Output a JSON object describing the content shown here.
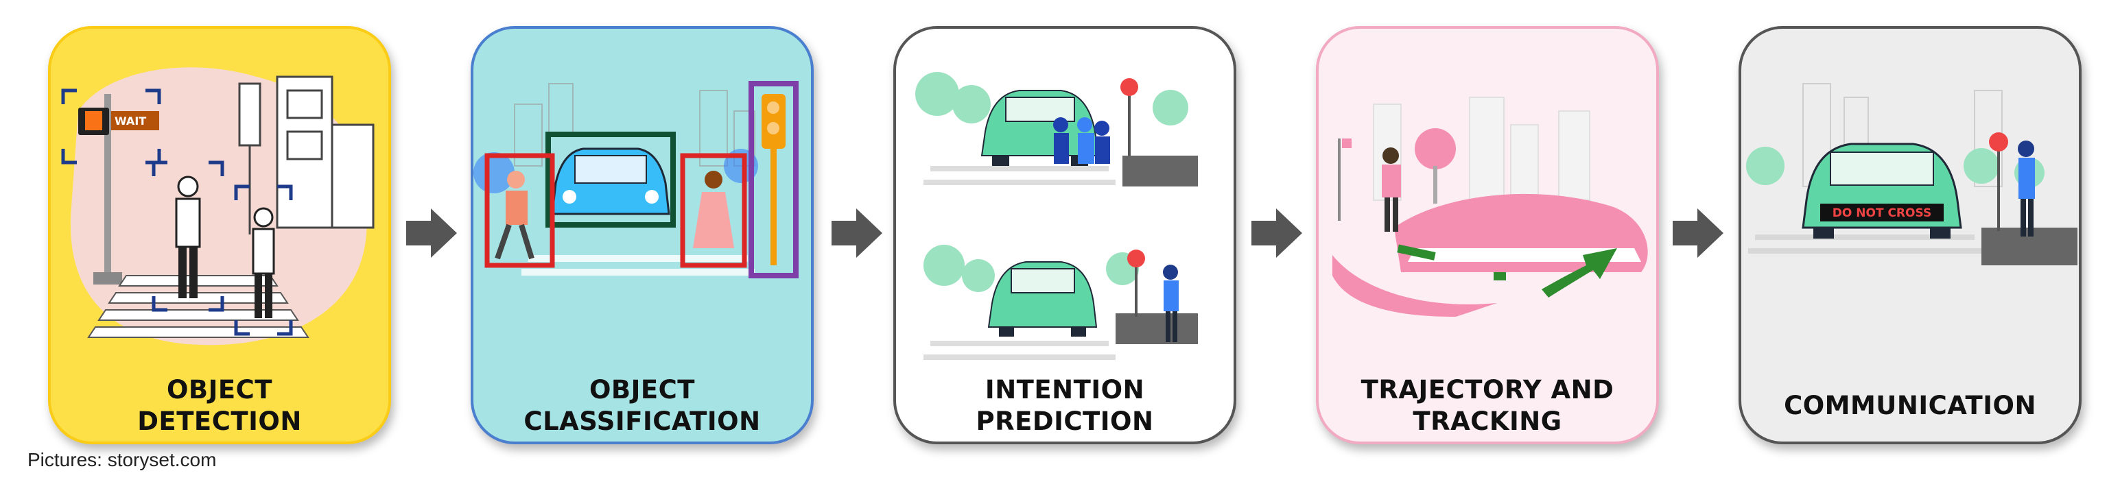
{
  "steps": [
    {
      "line1": "OBJECT",
      "line2": "DETECTION",
      "fill": "#fde047",
      "border": "#facc15",
      "sign": "WAIT"
    },
    {
      "line1": "OBJECT",
      "line2": "CLASSIFICATION",
      "fill": "#a5e3e5",
      "border": "#4a7fd0"
    },
    {
      "line1": "INTENTION",
      "line2": "PREDICTION",
      "fill": "#ffffff",
      "border": "#555555"
    },
    {
      "line1": "TRAJECTORY AND",
      "line2": "TRACKING",
      "fill": "#fdeef3",
      "border": "#f2a9c2"
    },
    {
      "line1": "COMMUNICATION",
      "fill": "#ededed",
      "border": "#555555",
      "display": "DO NOT CROSS"
    }
  ],
  "credit": "Pictures: storyset.com",
  "colors": {
    "car": "#5fd6a5",
    "tree": "#9be2c0",
    "pink": "#f48fb1",
    "arrow": "#555555",
    "path": "#2e8b2e"
  },
  "icons": [
    "car-icon",
    "pedestrian-icon",
    "traffic-light-icon",
    "tree-icon",
    "stop-sign-icon",
    "flow-arrow-icon"
  ]
}
